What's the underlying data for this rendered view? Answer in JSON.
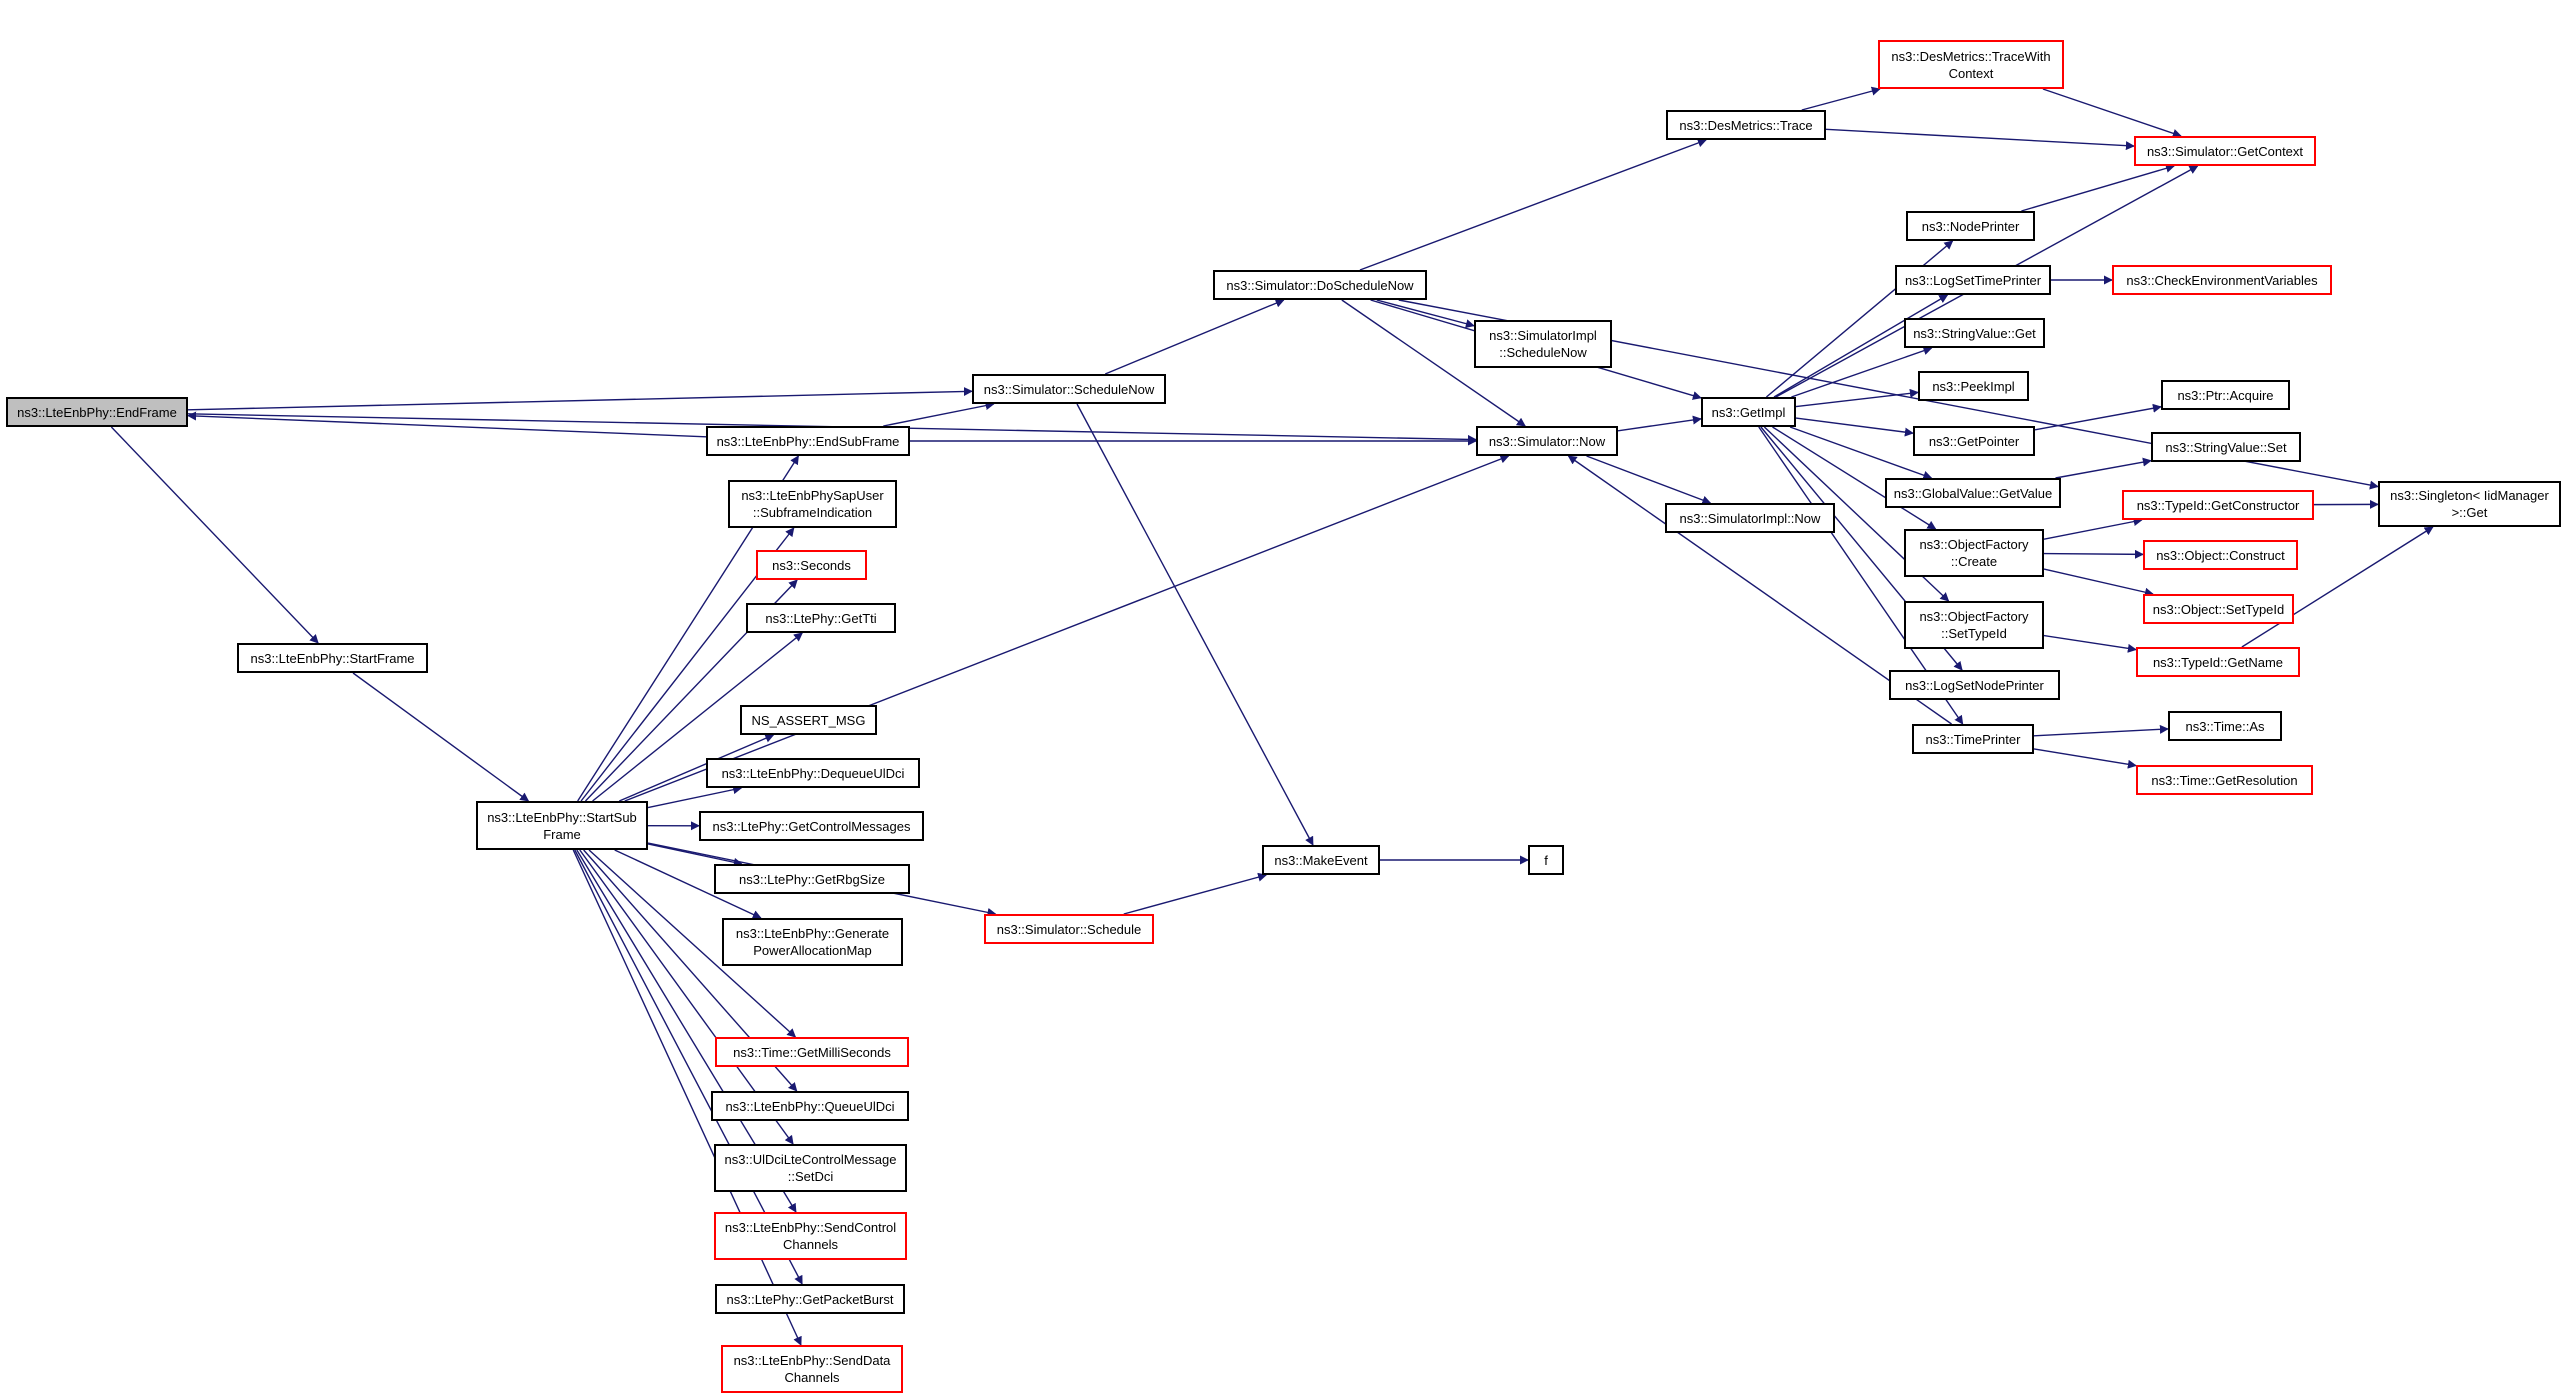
{
  "colors": {
    "edge": "#191970",
    "border": "#000000",
    "border_external": "#ff0000",
    "root_fill": "#bfbfbf"
  },
  "nodes": [
    {
      "id": "endframe",
      "label": "ns3::LteEnbPhy::EndFrame",
      "style": "root"
    },
    {
      "id": "startframe",
      "label": "ns3::LteEnbPhy::StartFrame",
      "style": "normal"
    },
    {
      "id": "startsub",
      "label": "ns3::LteEnbPhy::StartSub\nFrame",
      "style": "normal"
    },
    {
      "id": "endsub",
      "label": "ns3::LteEnbPhy::EndSubFrame",
      "style": "normal"
    },
    {
      "id": "schednow",
      "label": "ns3::Simulator::ScheduleNow",
      "style": "normal"
    },
    {
      "id": "doschednow",
      "label": "ns3::Simulator::DoScheduleNow",
      "style": "normal"
    },
    {
      "id": "simimplsched",
      "label": "ns3::SimulatorImpl\n::ScheduleNow",
      "style": "normal"
    },
    {
      "id": "simnow",
      "label": "ns3::Simulator::Now",
      "style": "normal"
    },
    {
      "id": "simimplnow",
      "label": "ns3::SimulatorImpl::Now",
      "style": "normal"
    },
    {
      "id": "getimpl",
      "label": "ns3::GetImpl",
      "style": "normal"
    },
    {
      "id": "destrace",
      "label": "ns3::DesMetrics::Trace",
      "style": "normal"
    },
    {
      "id": "destracectx",
      "label": "ns3::DesMetrics::TraceWith\nContext",
      "style": "red"
    },
    {
      "id": "getcontext",
      "label": "ns3::Simulator::GetContext",
      "style": "red"
    },
    {
      "id": "nodeprinter",
      "label": "ns3::NodePrinter",
      "style": "normal"
    },
    {
      "id": "logsettime",
      "label": "ns3::LogSetTimePrinter",
      "style": "normal"
    },
    {
      "id": "checkenv",
      "label": "ns3::CheckEnvironmentVariables",
      "style": "red"
    },
    {
      "id": "strvalget",
      "label": "ns3::StringValue::Get",
      "style": "normal"
    },
    {
      "id": "peekimpl",
      "label": "ns3::PeekImpl",
      "style": "normal"
    },
    {
      "id": "getpointer",
      "label": "ns3::GetPointer",
      "style": "normal"
    },
    {
      "id": "ptracquire",
      "label": "ns3::Ptr::Acquire",
      "style": "normal"
    },
    {
      "id": "globalval",
      "label": "ns3::GlobalValue::GetValue",
      "style": "normal"
    },
    {
      "id": "strvalset",
      "label": "ns3::StringValue::Set",
      "style": "normal"
    },
    {
      "id": "ofcreate",
      "label": "ns3::ObjectFactory\n::Create",
      "style": "normal"
    },
    {
      "id": "getctor",
      "label": "ns3::TypeId::GetConstructor",
      "style": "red"
    },
    {
      "id": "objconstruct",
      "label": "ns3::Object::Construct",
      "style": "red"
    },
    {
      "id": "objsettypeid",
      "label": "ns3::Object::SetTypeId",
      "style": "red"
    },
    {
      "id": "ofsettypeid",
      "label": "ns3::ObjectFactory\n::SetTypeId",
      "style": "normal"
    },
    {
      "id": "getname",
      "label": "ns3::TypeId::GetName",
      "style": "red"
    },
    {
      "id": "singleton",
      "label": "ns3::Singleton< IidManager\n>::Get",
      "style": "normal"
    },
    {
      "id": "logsetnode",
      "label": "ns3::LogSetNodePrinter",
      "style": "normal"
    },
    {
      "id": "timeprinter",
      "label": "ns3::TimePrinter",
      "style": "normal"
    },
    {
      "id": "timeas",
      "label": "ns3::Time::As",
      "style": "normal"
    },
    {
      "id": "getres",
      "label": "ns3::Time::GetResolution",
      "style": "red"
    },
    {
      "id": "makeevent",
      "label": "ns3::MakeEvent",
      "style": "normal"
    },
    {
      "id": "f",
      "label": "f",
      "style": "normal"
    },
    {
      "id": "simsched",
      "label": "ns3::Simulator::Schedule",
      "style": "red"
    },
    {
      "id": "sapuser",
      "label": "ns3::LteEnbPhySapUser\n::SubframeIndication",
      "style": "normal"
    },
    {
      "id": "seconds",
      "label": "ns3::Seconds",
      "style": "red"
    },
    {
      "id": "gettti",
      "label": "ns3::LtePhy::GetTti",
      "style": "normal"
    },
    {
      "id": "nsassert",
      "label": "NS_ASSERT_MSG",
      "style": "normal"
    },
    {
      "id": "dequeue",
      "label": "ns3::LteEnbPhy::DequeueUlDci",
      "style": "normal"
    },
    {
      "id": "getctrlmsg",
      "label": "ns3::LtePhy::GetControlMessages",
      "style": "normal"
    },
    {
      "id": "getrbg",
      "label": "ns3::LtePhy::GetRbgSize",
      "style": "normal"
    },
    {
      "id": "genpower",
      "label": "ns3::LteEnbPhy::Generate\nPowerAllocationMap",
      "style": "normal"
    },
    {
      "id": "getmilli",
      "label": "ns3::Time::GetMilliSeconds",
      "style": "red"
    },
    {
      "id": "queueul",
      "label": "ns3::LteEnbPhy::QueueUlDci",
      "style": "normal"
    },
    {
      "id": "setdci",
      "label": "ns3::UlDciLteControlMessage\n::SetDci",
      "style": "normal"
    },
    {
      "id": "sendctrl",
      "label": "ns3::LteEnbPhy::SendControl\nChannels",
      "style": "red"
    },
    {
      "id": "getpktburst",
      "label": "ns3::LtePhy::GetPacketBurst",
      "style": "normal"
    },
    {
      "id": "senddata",
      "label": "ns3::LteEnbPhy::SendData\nChannels",
      "style": "red"
    }
  ],
  "edges": [
    [
      "endframe",
      "startframe"
    ],
    [
      "endframe",
      "schednow"
    ],
    [
      "endframe",
      "simnow"
    ],
    [
      "startframe",
      "startsub"
    ],
    [
      "startsub",
      "endsub"
    ],
    [
      "startsub",
      "sapuser"
    ],
    [
      "startsub",
      "seconds"
    ],
    [
      "startsub",
      "gettti"
    ],
    [
      "startsub",
      "nsassert"
    ],
    [
      "startsub",
      "dequeue"
    ],
    [
      "startsub",
      "getctrlmsg"
    ],
    [
      "startsub",
      "getrbg"
    ],
    [
      "startsub",
      "genpower"
    ],
    [
      "startsub",
      "simsched"
    ],
    [
      "startsub",
      "getmilli"
    ],
    [
      "startsub",
      "queueul"
    ],
    [
      "startsub",
      "setdci"
    ],
    [
      "startsub",
      "sendctrl"
    ],
    [
      "startsub",
      "getpktburst"
    ],
    [
      "startsub",
      "senddata"
    ],
    [
      "startsub",
      "simnow"
    ],
    [
      "endsub",
      "endframe"
    ],
    [
      "endsub",
      "schednow"
    ],
    [
      "endsub",
      "simnow"
    ],
    [
      "schednow",
      "doschednow"
    ],
    [
      "schednow",
      "makeevent"
    ],
    [
      "doschednow",
      "destrace"
    ],
    [
      "doschednow",
      "simimplsched"
    ],
    [
      "doschednow",
      "simnow"
    ],
    [
      "doschednow",
      "getimpl"
    ],
    [
      "doschednow",
      "singleton"
    ],
    [
      "simsched",
      "makeevent"
    ],
    [
      "makeevent",
      "f"
    ],
    [
      "simnow",
      "getimpl"
    ],
    [
      "simnow",
      "simimplnow"
    ],
    [
      "destrace",
      "destracectx"
    ],
    [
      "destrace",
      "getcontext"
    ],
    [
      "destracectx",
      "getcontext"
    ],
    [
      "getimpl",
      "getcontext"
    ],
    [
      "getimpl",
      "nodeprinter"
    ],
    [
      "getimpl",
      "logsettime"
    ],
    [
      "getimpl",
      "strvalget"
    ],
    [
      "getimpl",
      "peekimpl"
    ],
    [
      "getimpl",
      "getpointer"
    ],
    [
      "getimpl",
      "globalval"
    ],
    [
      "getimpl",
      "ofcreate"
    ],
    [
      "getimpl",
      "ofsettypeid"
    ],
    [
      "getimpl",
      "logsetnode"
    ],
    [
      "getimpl",
      "timeprinter"
    ],
    [
      "nodeprinter",
      "getcontext"
    ],
    [
      "logsettime",
      "checkenv"
    ],
    [
      "getpointer",
      "ptracquire"
    ],
    [
      "globalval",
      "strvalset"
    ],
    [
      "ofcreate",
      "getctor"
    ],
    [
      "ofcreate",
      "objconstruct"
    ],
    [
      "ofcreate",
      "objsettypeid"
    ],
    [
      "getctor",
      "singleton"
    ],
    [
      "ofsettypeid",
      "getname"
    ],
    [
      "getname",
      "singleton"
    ],
    [
      "timeprinter",
      "simnow"
    ],
    [
      "timeprinter",
      "timeas"
    ],
    [
      "timeprinter",
      "getres"
    ]
  ]
}
